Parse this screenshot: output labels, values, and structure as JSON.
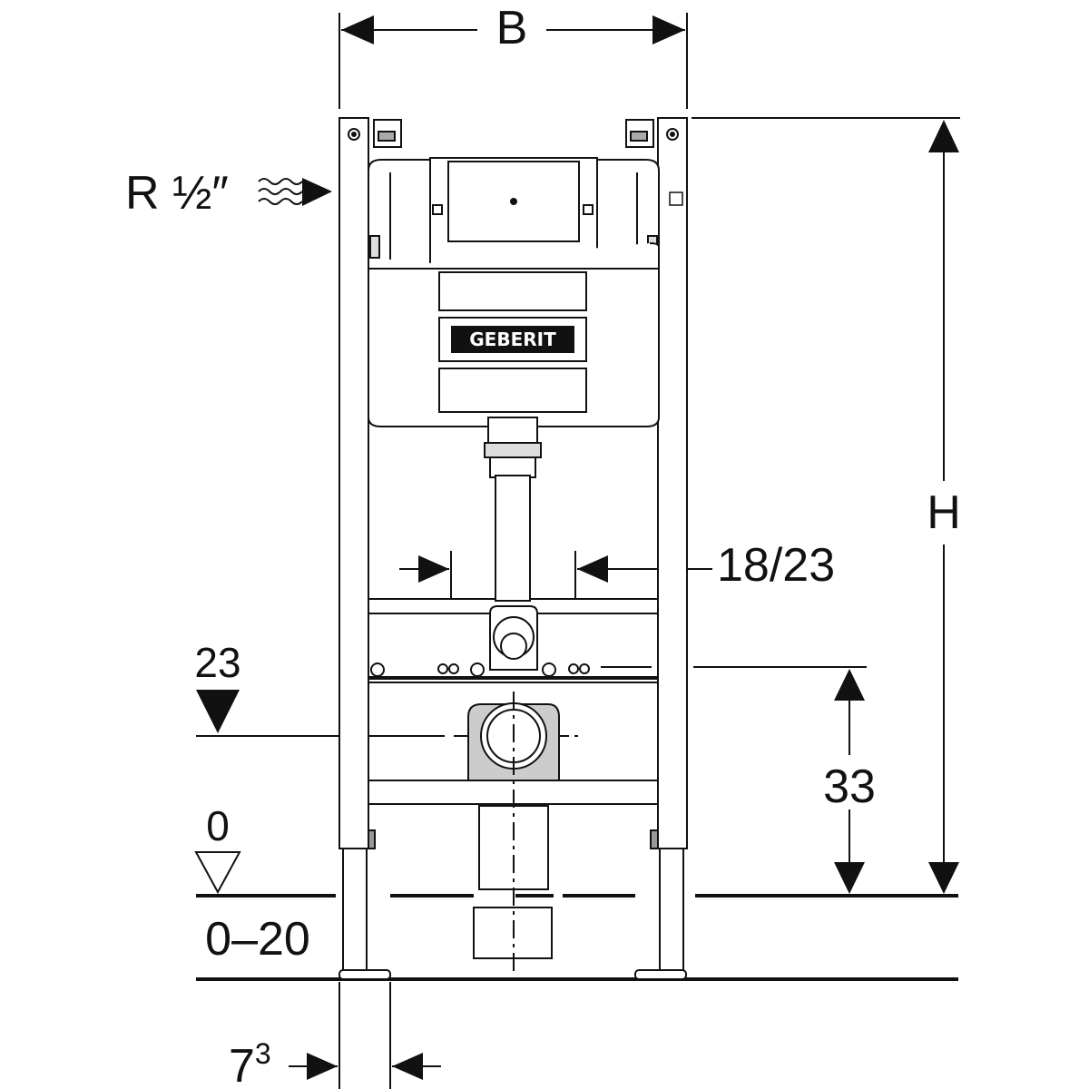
{
  "labels": {
    "width": "B",
    "height": "H",
    "water_inlet": "R ½″",
    "adjust_range": "18/23",
    "drain_height": "23",
    "floor_zero": "0",
    "floor_range": "0–20",
    "dim_33": "33",
    "foot_base": "7",
    "foot_sup": "3"
  },
  "brand": {
    "logo_text": "GEBERIT"
  },
  "colors": {
    "line": "#111111",
    "fill": "#ffffff",
    "shade": "#9a9a9a"
  }
}
